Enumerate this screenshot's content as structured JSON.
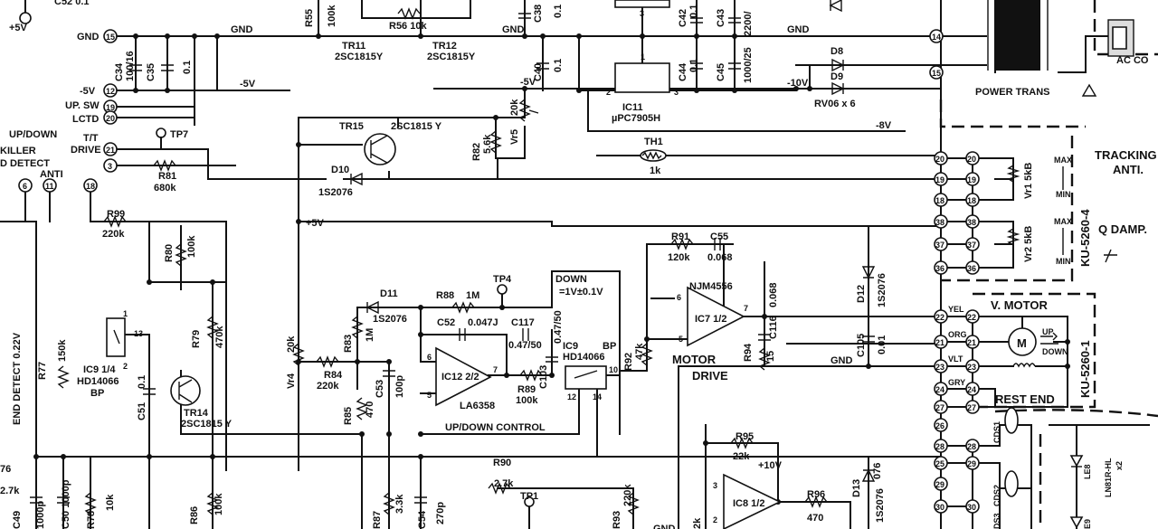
{
  "supply": {
    "p5v": "+5V",
    "gnd": "GND",
    "m5v": "-5V",
    "m8v": "-8V",
    "m10v": "-10V",
    "p10v": "+10V",
    "p5v_mid": "+5V",
    "top_gnd": "GND",
    "gnd_b": "GND",
    "gnd_c": "GND",
    "gnd_d": "GND"
  },
  "connector_left": {
    "pin15": "15",
    "pin12": "12",
    "pin19": "19",
    "pin20": "20",
    "pin21": "21",
    "pin3": "3",
    "pin6": "6",
    "pin11": "11",
    "pin18": "18",
    "lbl_gnd": "GND",
    "lbl_m5v": "-5V",
    "lbl_upsw": "UP. SW",
    "lbl_lctd": "LCTD",
    "lbl_updown": "UP/DOWN",
    "lbl_tt": "T/T",
    "lbl_drive": "DRIVE",
    "lbl_killer": "KILLER",
    "lbl_detect": "D DETECT",
    "lbl_anti": "ANTI",
    "lbl_c52": "C52 0.1",
    "lbl_end_detect": "END DETECT 0.22V"
  },
  "components": {
    "c34": "C34",
    "c34v": "100/16",
    "c35": "C35",
    "c35v": "0.1",
    "r55": "R55",
    "r55v": "100k",
    "r56": "R56 10k",
    "tr11": "TR11",
    "tr11t": "2SC1815Y",
    "tr12": "TR12",
    "tr12t": "2SC1815Y",
    "c38": "C38",
    "c38v": "0.1",
    "c40": "C40",
    "c40v": "0.1",
    "c42": "C42",
    "c42v": "0.1",
    "c43": "C43",
    "c43v": "2200/",
    "c44": "C44",
    "c44v": "0.1",
    "c45": "C45",
    "c45v": "1000/25",
    "ic11": "IC11",
    "ic11t": "µPC7905H",
    "ic11p1": "1",
    "ic11p2": "2",
    "ic11p3": "3",
    "ic11p3top": "3",
    "d8": "D8",
    "d9": "D9",
    "rv06": "RV06 x 6",
    "tp7": "TP7",
    "r81": "R81",
    "r81v": "680k",
    "tr15": "TR15",
    "tr15t": "2SC1815 Y",
    "d10": "D10",
    "d10t": "1S2076",
    "r82": "R82",
    "r82v": "5.6k",
    "vr5": "Vr5",
    "vr5v": "20k",
    "th1": "TH1",
    "th1v": "1k",
    "r99": "R99",
    "r99v": "220k",
    "r80": "R80",
    "r80v": "100k",
    "r79": "R79",
    "r79v": "470k",
    "ic9a": "IC9 1/4",
    "ic9at": "HD14066",
    "ic9ab": "BP",
    "ic9a_p1": "1",
    "ic9a_p2": "2",
    "ic9a_p13": "13",
    "c51": "C51",
    "c51v": "0.1",
    "tr14": "TR14",
    "tr14t": "2SC1815 Y",
    "r77": "R77",
    "r77v": "150k",
    "r76": "76",
    "r76v": "2.7k",
    "c49": "C49",
    "c49v": "1000p",
    "c50": "C50 1000p",
    "r78": "R78",
    "r78v": "10k",
    "r86": "R86",
    "r86v": "100k",
    "r87": "R87",
    "r87v": "3.3k",
    "c54": "C54",
    "c54v": "270p",
    "vr4": "Vr4",
    "vr4v": "20k",
    "r84": "R84",
    "r84v": "220k",
    "r83": "R83",
    "r83v": "1M",
    "r85": "R85",
    "r85v": "470",
    "c53": "C53",
    "c53v": "100p",
    "d11": "D11",
    "d11t": "1S2076",
    "r88": "R88",
    "r88v": "1M",
    "tp4": "TP4",
    "c52": "C52",
    "c52v": "0.047J",
    "c117": "C117",
    "c117v": "0.47/50",
    "c103": "C103",
    "c103v": "0.47/50",
    "ic12": "IC12 2/2",
    "ic12t": "LA6358",
    "ic12p5": "5",
    "ic12p6": "6",
    "ic12p7": "7",
    "r89": "R89",
    "r89v": "100k",
    "ic9b": "IC9",
    "ic9bt": "HD14066",
    "ic9bb": "BP",
    "ic9b_p10": "10",
    "ic9b_p12": "12",
    "ic9b_p14": "14",
    "down": "DOWN",
    "downv": "=1V±0.1V",
    "updown_ctrl": "UP/DOWN CONTROL",
    "r92": "R92",
    "r92v": "47k",
    "r91": "R91",
    "r91v": "120k",
    "c55": "C55",
    "c55v": "0.068",
    "ic7": "IC7 1/2",
    "ic7t": "NJM4556",
    "ic7p5": "5",
    "ic7p6": "6",
    "ic7p7": "7",
    "c116": "C116",
    "c116v": "0.068",
    "r94": "R94",
    "r94v": "15",
    "motor": "MOTOR",
    "drive": "DRIVE",
    "r90": "R90",
    "r90v": "2.7k",
    "tp1": "TP1",
    "r93": "R93",
    "r93v": "220k",
    "r95": "R95",
    "r95v": "22k",
    "ic8": "IC8 1/2",
    "ic8p2": "2",
    "ic8p3": "3",
    "r96": "R96",
    "r96v": "470",
    "d13": "D13",
    "d13t": "1S2076",
    "c105": "C105",
    "c105v": "0.01",
    "d12": "D12",
    "d12t": "1S2076",
    "c2k": "2k",
    "c10k": "10k",
    "c076": "076",
    "cds1": "CDS1",
    "cds2": "CDS2",
    "cds3": "DS3",
    "le8": "LE8",
    "le9": "E9",
    "ln8": "LN81R-HL",
    "ln8x": "x2"
  },
  "right_side": {
    "power_trans": "POWER TRANS",
    "ac": "AC CO",
    "tracking": "TRACKING",
    "tracking2": "ANTI.",
    "qdamp": "Q DAMP.",
    "ku1": "KU-5260-4",
    "ku2": "KU-5260-1",
    "vr1": "Vr1 5kB",
    "vr2": "Vr2 5kB",
    "max1": "MAX",
    "min1": "MIN",
    "max2": "MAX",
    "min2": "MIN",
    "vmotor": "V. MOTOR",
    "up": "UP",
    "down": "DOWN",
    "rest_end": "REST END",
    "yel": "YEL",
    "org": "ORG",
    "vlt": "VLT",
    "gry": "GRY",
    "m": "M",
    "p14": "14",
    "p15": "15",
    "p20": "20",
    "p19": "19",
    "p18": "18",
    "p38": "38",
    "p37": "37",
    "p36": "36",
    "p22": "22",
    "p21": "21",
    "p23": "23",
    "p24": "24",
    "p27": "27",
    "p26": "26",
    "p28": "28",
    "p25": "25",
    "p29": "29",
    "p30": "30",
    "q20": "20",
    "q19": "19",
    "q18": "18",
    "q38": "38",
    "q37": "37",
    "q36": "36",
    "q22": "22",
    "q21": "21",
    "q23": "23",
    "q24": "24",
    "q27": "27",
    "q28": "28",
    "q29": "29",
    "q30": "30"
  }
}
